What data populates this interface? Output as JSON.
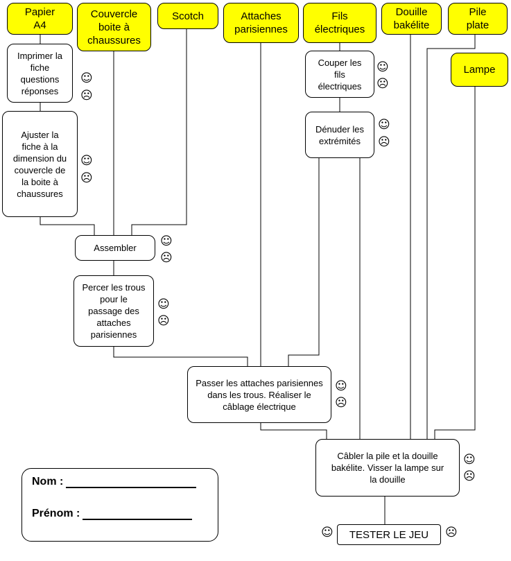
{
  "materials": {
    "papier": "Papier A4",
    "couvercle": "Couvercle boite à chaussures",
    "scotch": "Scotch",
    "attaches": "Attaches parisiennes",
    "fils": "Fils électriques",
    "douille": "Douille bakélite",
    "pile": "Pile plate",
    "lampe": "Lampe"
  },
  "steps": {
    "imprimer": "Imprimer la fiche questions réponses",
    "ajuster": "Ajuster la fiche à la dimension du couvercle de la boite à chaussures",
    "assembler": "Assembler",
    "percer": "Percer les trous pour le passage des attaches parisiennes",
    "couper": "Couper les fils électriques",
    "denuder": "Dénuder les extrémités",
    "passer": "Passer les attaches parisiennes dans les trous. Réaliser le câblage électrique",
    "cabler": "Câbler la pile et la douille bakélite. Visser la lampe sur la douille",
    "tester": "TESTER LE JEU"
  },
  "icons": {
    "smile": "☺",
    "frown": "☹"
  },
  "form": {
    "nom_label": "Nom :",
    "prenom_label": "Prénom :"
  },
  "colors": {
    "material_fill": "#ffff00"
  }
}
